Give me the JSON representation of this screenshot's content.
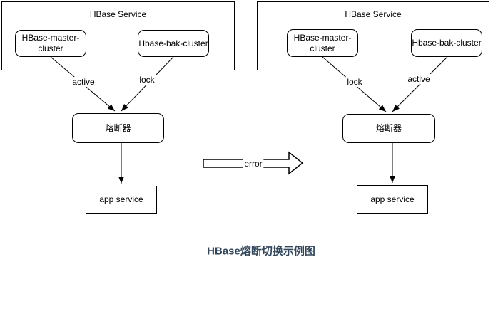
{
  "title": "HBase熔断切换示例图",
  "colors": {
    "title": "#33475C",
    "line": "#000000",
    "node_border": "#000000",
    "node_fill": "#ffffff"
  },
  "diagrams": [
    {
      "service_label": "HBase Service",
      "master_label": "HBase-master-cluster",
      "bak_label": "Hbase-bak-cluster",
      "master_edge_label": "active",
      "bak_edge_label": "lock",
      "breaker_label": "熔断器",
      "app_label": "app service"
    },
    {
      "service_label": "HBase Service",
      "master_label": "HBase-master-cluster",
      "bak_label": "Hbase-bak-cluster",
      "master_edge_label": "lock",
      "bak_edge_label": "active",
      "breaker_label": "熔断器",
      "app_label": "app service"
    }
  ],
  "transition_label": "error"
}
